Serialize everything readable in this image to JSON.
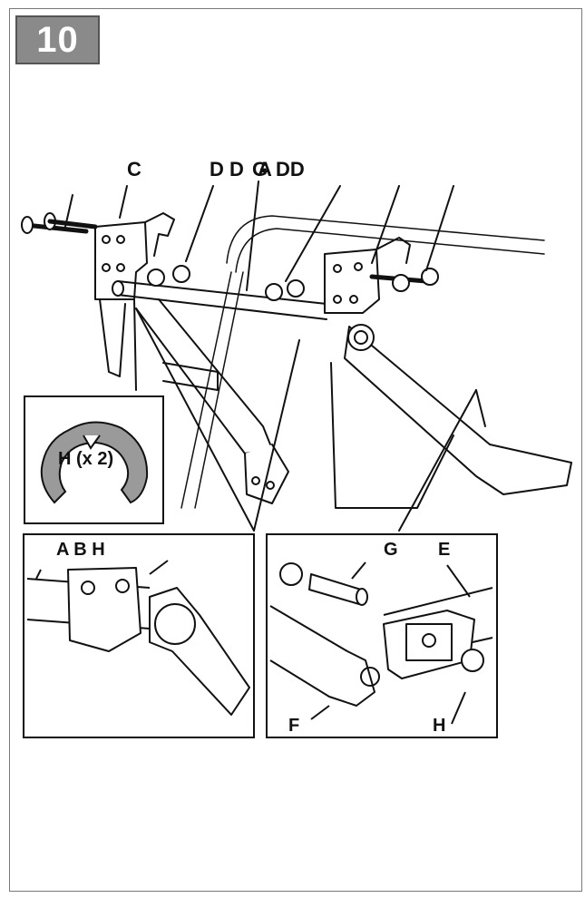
{
  "step": {
    "number": "10"
  },
  "labels": {
    "c": "C",
    "dd_group": "D D",
    "g_overlap": "G",
    "a_overlap": "A",
    "dd_right": "DD"
  },
  "clip_inset": {
    "label": "H (x 2)"
  },
  "left_inset": {
    "label": "A B H"
  },
  "right_inset": {
    "g": "G",
    "e": "E",
    "f": "F",
    "h": "H"
  },
  "colors": {
    "frame": "#7a7a7a",
    "badge": "#8a8a8a",
    "line": "#111111",
    "clip_fill": "#9a9a9a"
  }
}
